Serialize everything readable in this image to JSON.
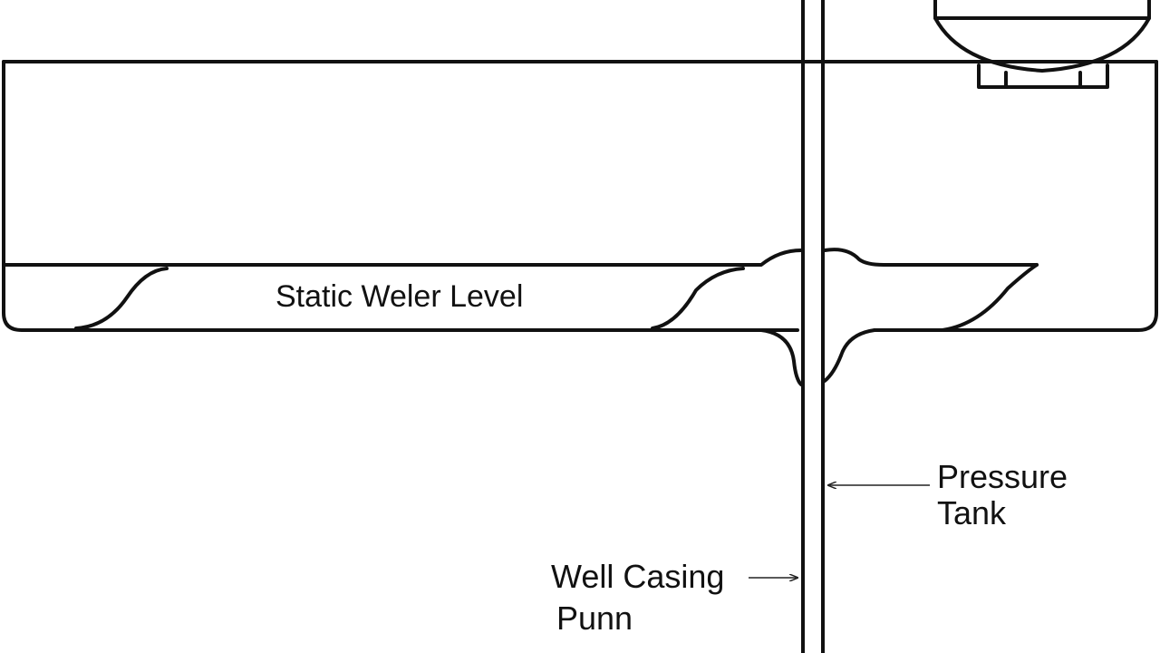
{
  "labels": {
    "static_water_level": "Static Weler Level",
    "pressure_tank_line1": "Pressure",
    "pressure_tank_line2": "Tank",
    "well_casing": "Well Casing",
    "pump": "Punn"
  },
  "colors": {
    "line": "#111111",
    "background": "#ffffff"
  }
}
